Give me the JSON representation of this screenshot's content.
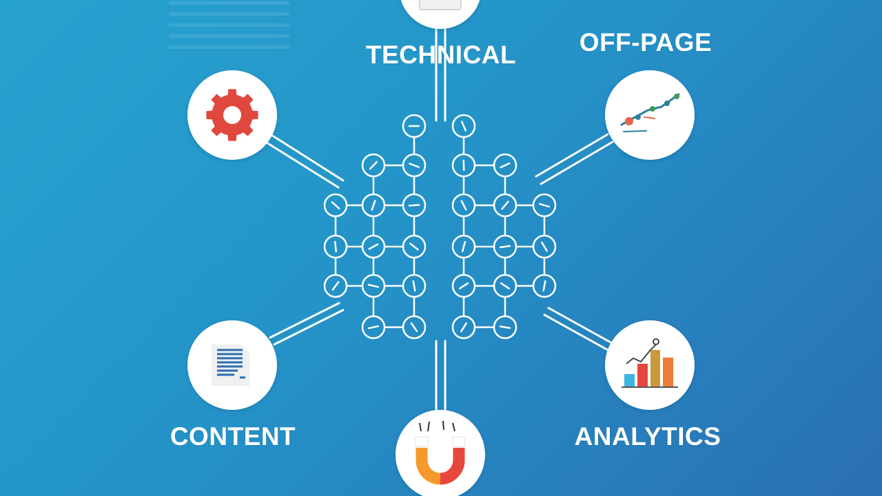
{
  "labels": {
    "technical": "TECHNICAL",
    "off_page": "OFF-PAGE",
    "content": "CONTENT",
    "analytics": "ANALYTICS"
  },
  "icons": {
    "technical": "document-icon",
    "settings": "gear-icon",
    "off_page": "link-chain-icon",
    "content": "document-text-icon",
    "analytics": "bar-chart-icon",
    "magnet": "magnet-icon"
  },
  "colors": {
    "background_start": "#27a3cf",
    "background_end": "#2a6fb3",
    "line": "#ffffff",
    "gear": "#e0483e",
    "magnet_orange": "#f39a2b",
    "magnet_red": "#e8473e",
    "chart_blue": "#3bb6e2",
    "chart_red": "#e8473e",
    "chart_gold": "#c99a3a",
    "chart_orange": "#f07a3a"
  }
}
